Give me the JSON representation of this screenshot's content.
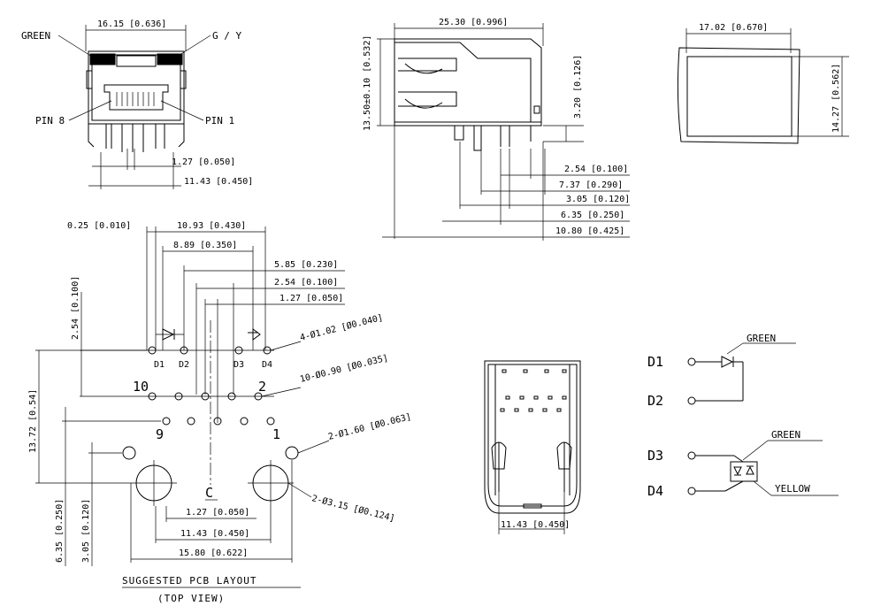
{
  "front_view": {
    "width_dim": "16.15 [0.636]",
    "green": "GREEN",
    "gy": "G / Y",
    "pin8": "PIN 8",
    "pin1": "PIN 1",
    "pitch_dim": "1.27 [0.050]",
    "span_dim": "11.43 [0.450]"
  },
  "side_view": {
    "length_dim": "25.30 [0.996]",
    "height_dim": "13.50±0.10 [0.532]",
    "lead_dim": "3.20 [0.126]",
    "row_dims": [
      "2.54 [0.100]",
      "7.37 [0.290]",
      "3.05 [0.120]",
      "6.35 [0.250]",
      "10.80 [0.425]"
    ]
  },
  "port_view": {
    "width_dim": "17.02 [0.670]",
    "height_dim": "14.27 [0.562]"
  },
  "pcb_layout": {
    "top_dims": [
      "0.25 [0.010]",
      "10.93 [0.430]",
      "8.89 [0.350]",
      "5.85 [0.230]",
      "2.54 [0.100]",
      "1.27 [0.050]"
    ],
    "left_dims": [
      "2.54 [0.100]",
      "13.72 [0.54]",
      "6.35 [0.250]",
      "3.05 [0.120]"
    ],
    "hole_notes": [
      "4-Ø1.02 [Ø0.040]",
      "10-Ø0.90 [Ø0.035]",
      "2-Ø1.60 [Ø0.063]",
      "2-Ø3.15 [Ø0.124]"
    ],
    "led_labels": [
      "D1",
      "D2",
      "D3",
      "D4"
    ],
    "pin_labels": [
      "10",
      "2",
      "9",
      "1"
    ],
    "centerline": "C",
    "bottom_dims": [
      "1.27 [0.050]",
      "11.43 [0.450]",
      "15.80 [0.622]"
    ],
    "title": "SUGGESTED PCB LAYOUT",
    "subtitle": "(TOP VIEW)"
  },
  "bottom_view": {
    "width_dim": "11.43 [0.450]"
  },
  "led_schematic": {
    "d1": "D1",
    "d2": "D2",
    "d3": "D3",
    "d4": "D4",
    "green1": "GREEN",
    "green2": "GREEN",
    "yellow": "YELLOW"
  }
}
